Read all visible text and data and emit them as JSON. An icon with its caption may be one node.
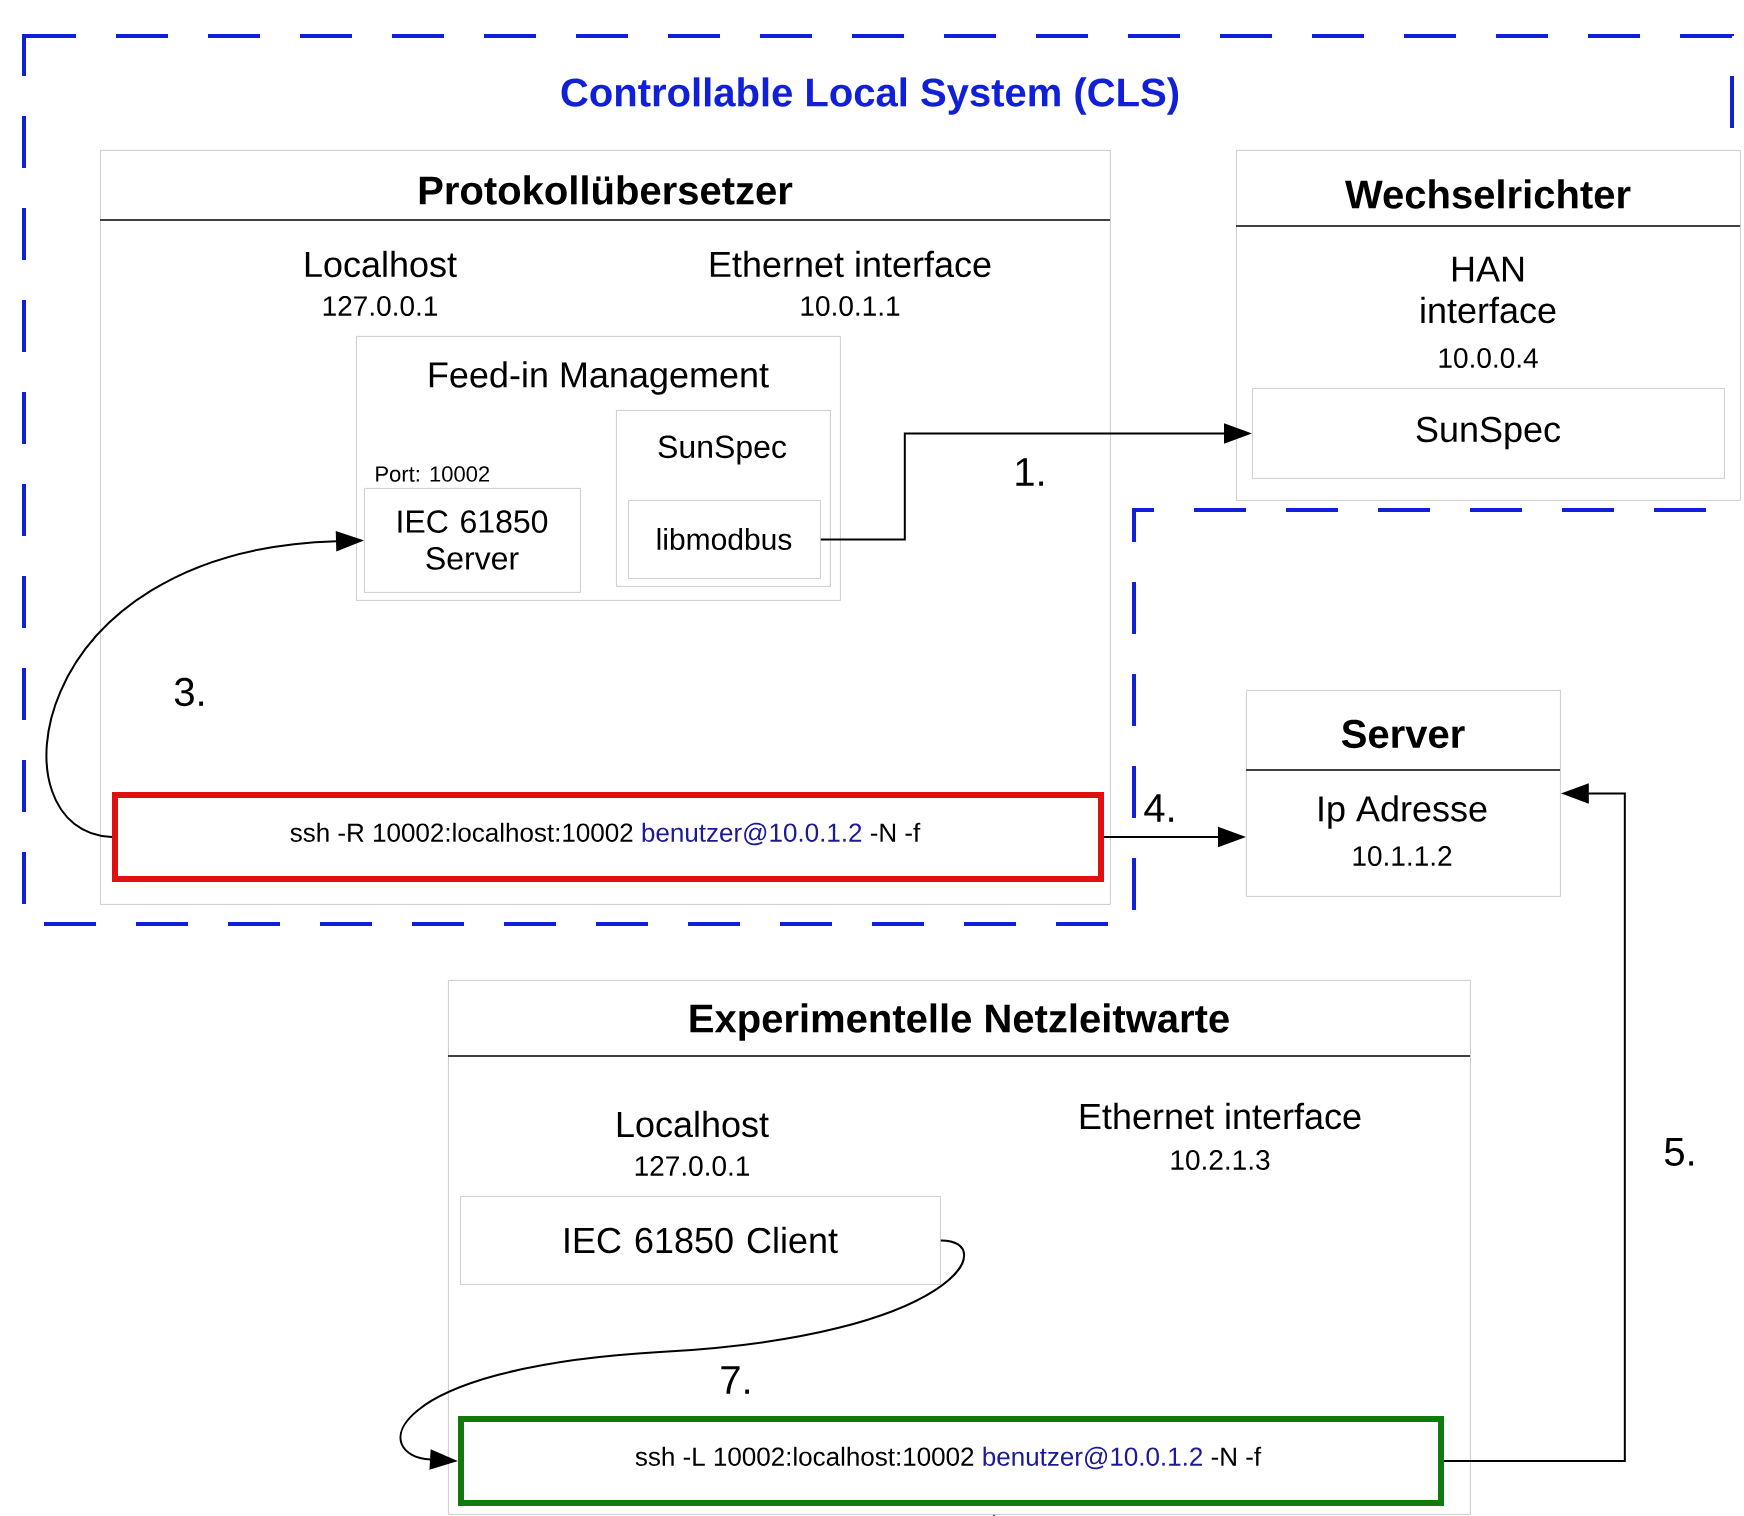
{
  "diagram": {
    "nodes": [
      {
        "text": [
          "Controllable Local System (CLS)"
        ]
      },
      {
        "text": [
          "Protokollübersetzer",
          "Localhost",
          "127.0.0.1",
          "Ethernet interface",
          "10.0.1.1"
        ],
        "in": 0
      },
      {
        "text": [
          "Feed-in Management"
        ],
        "in": 1
      },
      {
        "text": [
          "IEC 61850 Server"
        ],
        "beside": [
          "Port: 10002"
        ],
        "in": 2
      },
      {
        "text": [
          "SunSpec"
        ],
        "in": 2
      },
      {
        "text": [
          "libmodbus"
        ],
        "in": 4
      },
      {
        "text": [
          "ssh -R 10002:localhost:10002",
          "benutzer@10.0.1.2",
          "-N -f"
        ],
        "in": 1
      },
      {
        "text": [
          "Wechselrichter",
          "HAN interface",
          "10.0.0.4"
        ],
        "in": 0
      },
      {
        "text": [
          "SunSpec"
        ],
        "in": 7
      },
      {
        "text": [
          "Server",
          "Ip Adresse",
          "10.1.1.2"
        ]
      },
      {
        "text": [
          "Experimentelle Netzleitwarte",
          "Localhost",
          "127.0.0.1",
          "Ethernet interface",
          "10.2.1.3"
        ]
      },
      {
        "text": [
          "IEC 61850 Client"
        ],
        "in": 10
      },
      {
        "text": [
          "ssh -L 10002:localhost:10002",
          "benutzer@10.0.1.2",
          "-N -f"
        ],
        "in": 10
      }
    ],
    "edges": [
      {
        "from": 5,
        "to": 8,
        "arrow": "to",
        "label": "1."
      },
      {
        "from": 6,
        "to": 3,
        "arrow": "to",
        "label": "3."
      },
      {
        "from": 6,
        "to": 9,
        "arrow": "to",
        "label": "4."
      },
      {
        "from": 12,
        "to": 9,
        "arrow": "to",
        "label": "5."
      },
      {
        "from": 11,
        "to": 12,
        "arrow": "to",
        "label": "7."
      }
    ]
  }
}
